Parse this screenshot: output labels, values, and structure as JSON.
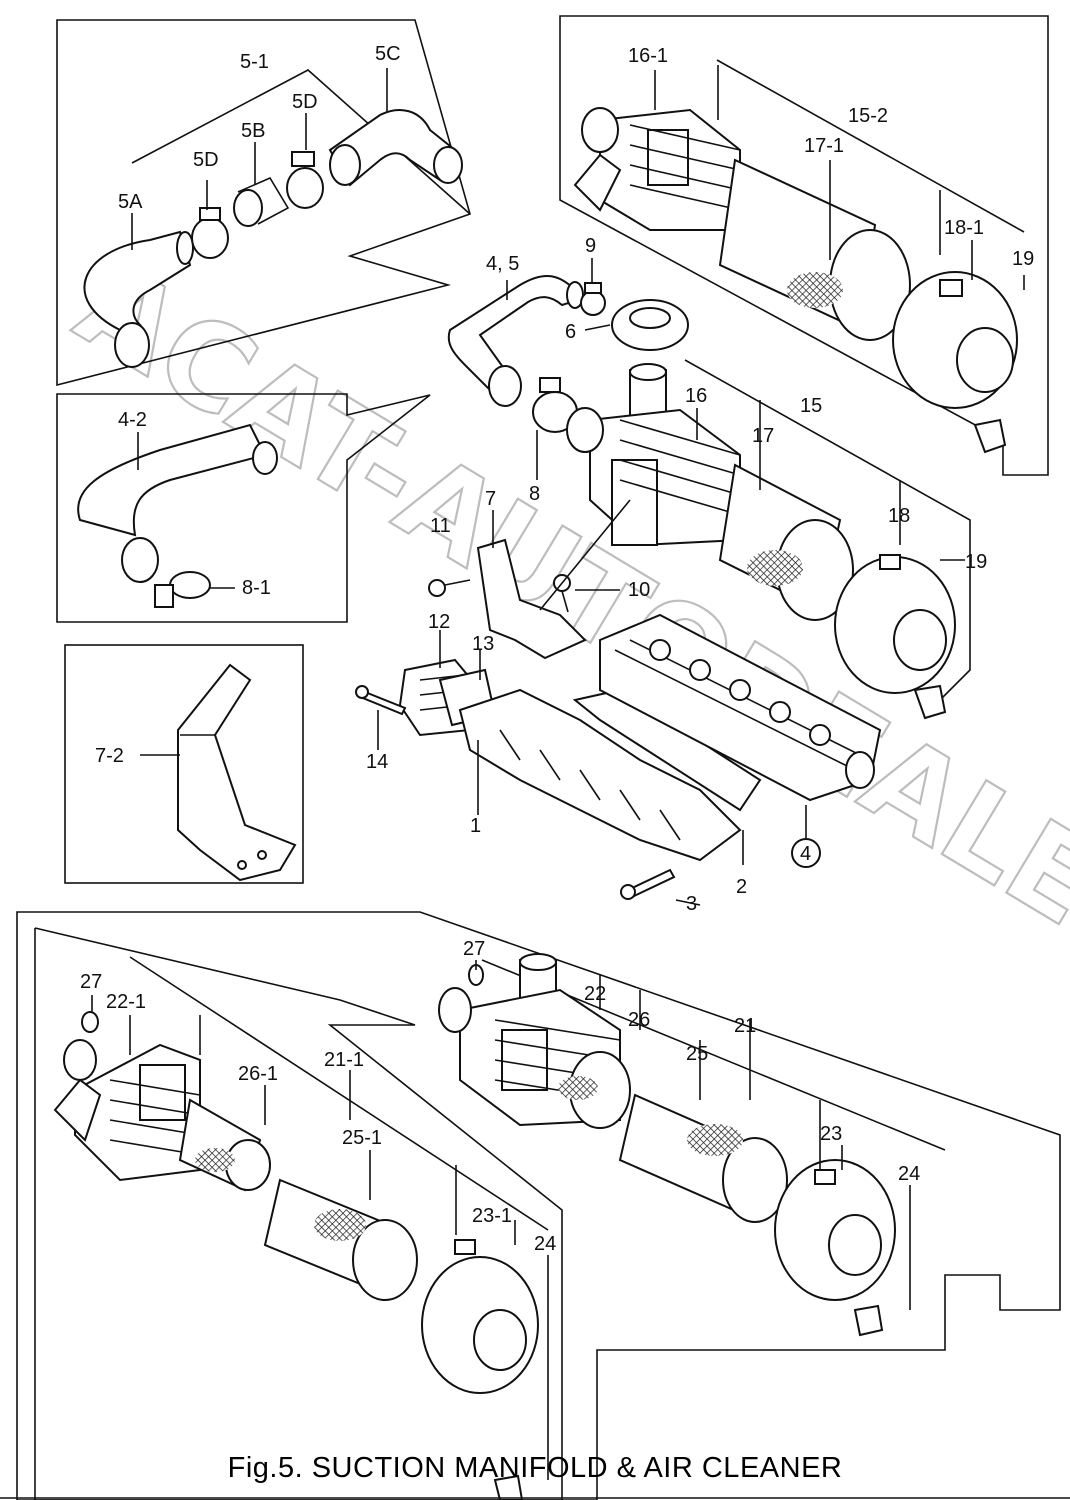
{
  "figure": {
    "caption": "Fig.5.  SUCTION MANIFOLD & AIR CLEANER",
    "watermark": "ACAT-AUTODEALER.RU"
  },
  "labels": {
    "l5_1": "5-1",
    "l5C": "5C",
    "l5D_top": "5D",
    "l5B": "5B",
    "l5D_left": "5D",
    "l5A": "5A",
    "l16_1": "16-1",
    "l15_2": "15-2",
    "l17_1": "17-1",
    "l18_1": "18-1",
    "l19_top": "19",
    "l4_5": "4, 5",
    "l9": "9",
    "l6": "6",
    "l8": "8",
    "l16": "16",
    "l15": "15",
    "l17": "17",
    "l18": "18",
    "l19": "19",
    "l4_2": "4-2",
    "l8_1": "8-1",
    "l7": "7",
    "l11": "11",
    "l10": "10",
    "l12": "12",
    "l13": "13",
    "l14": "14",
    "l1": "1",
    "l2": "2",
    "l3": "3",
    "l4": "4",
    "l7_2": "7-2",
    "l27_left": "27",
    "l22_1": "22-1",
    "l26_1": "26-1",
    "l21_1": "21-1",
    "l25_1": "25-1",
    "l23_1": "23-1",
    "l24_left": "24",
    "l27_right": "27",
    "l22": "22",
    "l26": "26",
    "l21": "21",
    "l25": "25",
    "l23": "23",
    "l24": "24"
  }
}
